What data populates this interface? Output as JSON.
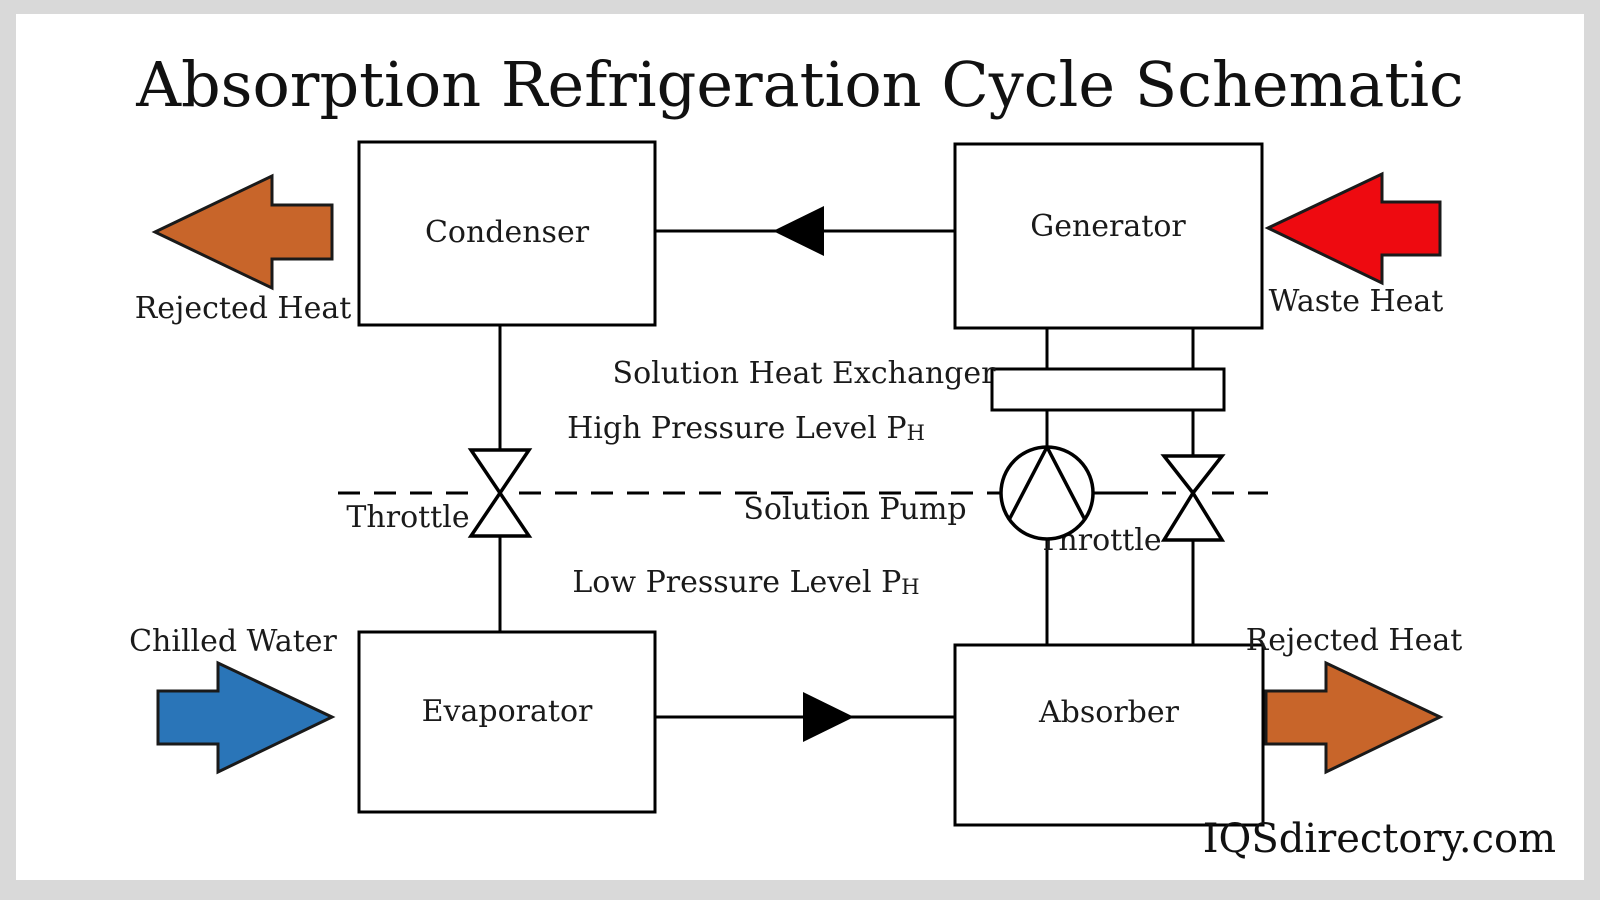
{
  "page": {
    "title": "Absorption Refrigeration Cycle Schematic",
    "watermark": "IQSdirectory.com",
    "background_color": "#d9d9d9",
    "canvas_color": "#ffffff",
    "line_color": "#000000"
  },
  "units": {
    "condenser": {
      "label": "Condenser"
    },
    "generator": {
      "label": "Generator"
    },
    "evaporator": {
      "label": "Evaporator"
    },
    "absorber": {
      "label": "Absorber"
    },
    "heat_exchanger": {
      "label": "Solution Heat Exchanger"
    },
    "pump": {
      "label": "Solution Pump"
    },
    "throttle_left": {
      "label": "Throttle"
    },
    "throttle_right": {
      "label": "Throttle"
    }
  },
  "pressure_levels": {
    "high": {
      "text": "High Pressure Level P",
      "subscript": "H"
    },
    "low": {
      "text": "Low Pressure Level P",
      "subscript": "H"
    }
  },
  "heat_arrows": [
    {
      "id": "rejected-heat-condenser",
      "label": "Rejected Heat",
      "color": "#c8652a",
      "direction": "left"
    },
    {
      "id": "waste-heat-generator",
      "label": "Waste Heat",
      "color": "#ee0a10",
      "direction": "left"
    },
    {
      "id": "chilled-water-evaporator",
      "label": "Chilled Water",
      "color": "#2a75b8",
      "direction": "right"
    },
    {
      "id": "rejected-heat-absorber",
      "label": "Rejected Heat",
      "color": "#c8652a",
      "direction": "right"
    }
  ],
  "flow_arrows": [
    {
      "id": "generator-to-condenser",
      "direction": "left"
    },
    {
      "id": "evaporator-to-absorber",
      "direction": "right"
    }
  ]
}
